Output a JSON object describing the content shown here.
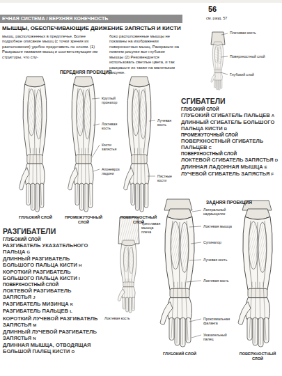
{
  "diagram": {
    "title": "МЫШЦЫ, ОБЕСПЕЧИВАЮЩИЕ ДВИЖЕНИЕ ЗАПЯСТЬЯ И КИСТИ",
    "labels": [
      "ЕЧНАЯ СИСТЕМА / ВЕРХНЯЯ КОНЕЧНОСТЬ",
      "56",
      "см. разд. 57",
      "мышц, расположенных в предплечье. Более подробное описание мышц (с точки зрения их расположения) удобно представить по слоям. (1) Раскрасьте названия мышц и соответствующие им структуры, что слу-",
      "боко расположенные мышцы не показаны на изображении поверхностных мышц. Раскрасьте на нижнем рисунке все глубокие мышцы (2) Рекомендуется использовать светлые цвета, и так раскрасьте их также на маленьком рисунке.",
      "Плечевая кость",
      "Поверхностный слой",
      "Глубокий слой",
      "ПЕРЕДНЯЯ ПРОЕКЦИЯ",
      "Круглый пронатор",
      "Локтевая кость",
      "Апоневроз ладони",
      "Кости запястья",
      "Лучевая кость",
      "Пястные кости",
      "ГЛУБОКИЙ СЛОЙ",
      "ПРОМЕЖУТОЧНЫЙ СЛОЙ",
      "ПОВЕРХНОСТНЫЙ СЛОЙ",
      "СГИБАТЕЛИ",
      "ГЛУБОКИЙ СЛОЙ",
      "ГЛУБОКИЙ СГИБАТЕЛЬ ПАЛЬЦЕВ",
      "A",
      "ДЛИННЫЙ СГИБАТЕЛЬ БОЛЬШОГО ПАЛЬЦА КИСТИ",
      "B",
      "ПРОМЕЖУТОЧНЫЙ СЛОЙ",
      "ПОВЕРХНОСТНЫЙ СГИБАТЕЛЬ ПАЛЬЦЕВ",
      "C",
      "ПОВЕРХНОСТНЫЙ СЛОЙ",
      "ЛОКТЕВОЙ СГИБАТЕЛЬ ЗАПЯСТЬЯ",
      "D",
      "ДЛИННАЯ ЛАДОННАЯ МЫШЦА",
      "E",
      "ЛУЧЕВОЙ СГИБАТЕЛЬ ЗАПЯСТЬЯ",
      "F",
      "ЗАДНЯЯ ПРОЕКЦИЯ",
      "РАЗГИБАТЕЛИ",
      "ГЛУБОКИЙ СЛОЙ",
      "РАЗГИБАТЕЛЬ УКАЗАТЕЛЬНОГО ПАЛЬЦА",
      "G",
      "ДЛИННЫЙ РАЗГИБАТЕЛЬ БОЛЬШОГО ПАЛЬЦА КИСТИ",
      "H",
      "КОРОТКИЙ РАЗГИБАТЕЛЬ БОЛЬШОГО ПАЛЬЦА КИСТИ",
      "I",
      "ПОВЕРХНОСТНЫЙ СЛОЙ",
      "ЛОКТЕВОЙ РАЗГИБАТЕЛЬ ЗАПЯСТЬЯ",
      "J",
      "РАЗГИБАТЕЛЬ МИЗИНЦА",
      "K",
      "РАЗГИБАТЕЛЬ ПАЛЬЦЕВ",
      "L",
      "КОРОТКИЙ ЛУЧЕВОЙ РАЗГИБАТЕЛЬ ЗАПЯСТЬЯ",
      "M",
      "ДЛИННЫЙ ЛУЧЕВОЙ РАЗГИБАТЕЛЬ ЗАПЯСТЬЯ",
      "N",
      "ДЛИННАЯ МЫШЦА, ОТВОДЯЩАЯ БОЛЬШОЙ ПАЛЕЦ КИСТИ",
      "O",
      "Трехглавая мышца плеча",
      "Локтевая кость",
      "Латеральный надмыщелок",
      "Локтевая мышца",
      "Супинатор",
      "Лучевая кость",
      "Локтевая кость",
      "Проксимальная фаланга",
      "Указательный палец",
      "ГЛУБОКИЙ СЛОЙ",
      "ПОВЕРХНОСТНЫЙ СЛОЙ"
    ]
  }
}
